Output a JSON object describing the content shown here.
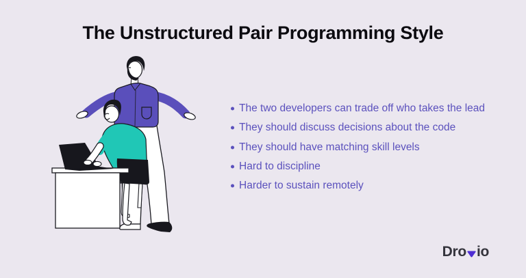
{
  "page": {
    "background_color": "#ebe7ef"
  },
  "title": {
    "text": "The Unstructured Pair Programming Style",
    "color": "#0c0b10"
  },
  "bullet_list": {
    "text_color": "#5b51bd",
    "items": [
      "The two developers can trade off who takes the lead",
      "They should discuss decisions about the code",
      "They should have matching skill levels",
      "Hard to discipline",
      "Harder to sustain remotely"
    ]
  },
  "illustration": {
    "name": "pair-programming-illustration",
    "jacket_color": "#5a4fbb",
    "shirt_color": "#20c7b6",
    "line_color": "#1a1a20",
    "dark_fill": "#17171d",
    "skin_color": "#ffffff"
  },
  "logo": {
    "name": "Drovio",
    "prefix": "Dro",
    "suffix": "io",
    "text_color": "#34343c",
    "accent_color": "#4f2ed3"
  }
}
